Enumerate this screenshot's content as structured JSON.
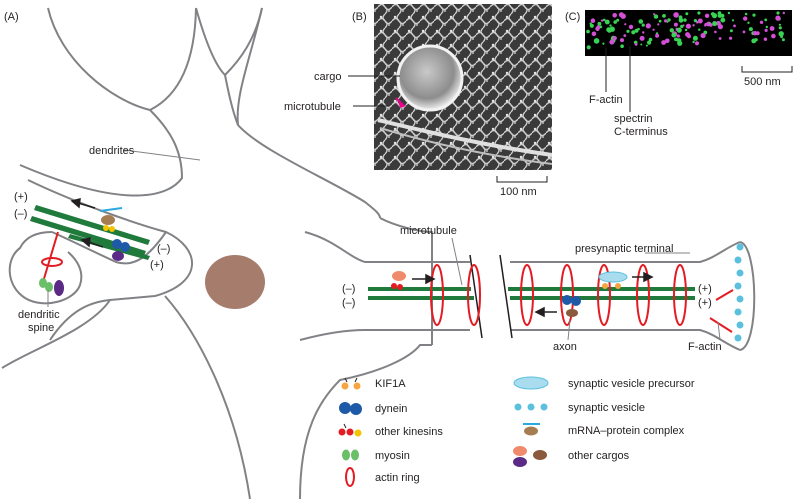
{
  "panels": {
    "a": "(A)",
    "b": "(B)",
    "c": "(C)"
  },
  "labels": {
    "dendrites": "dendrites",
    "dendritic_spine_1": "dendritic",
    "dendritic_spine_2": "spine",
    "microtubule_a": "microtubule",
    "presynaptic_terminal": "presynaptic terminal",
    "axon": "axon",
    "factin_a": "F-actin",
    "cargo": "cargo",
    "microtubule_b": "microtubule",
    "scale_b": "100 nm",
    "factin_c": "F-actin",
    "spectrin_1": "spectrin",
    "spectrin_2": "C-terminus",
    "scale_c": "500 nm"
  },
  "polarity": {
    "dend_plus_top": "(+)",
    "dend_minus_top": "(–)",
    "dend_minus_right": "(–)",
    "dend_plus_right": "(+)",
    "axon_minus_1": "(–)",
    "axon_minus_2": "(–)",
    "axon_plus_1": "(+)",
    "axon_plus_2": "(+)"
  },
  "legend": {
    "left": [
      {
        "icon": "kif1a",
        "label": "KIF1A"
      },
      {
        "icon": "dynein",
        "label": "dynein"
      },
      {
        "icon": "other-kinesins",
        "label": "other kinesins"
      },
      {
        "icon": "myosin",
        "label": "myosin"
      },
      {
        "icon": "actin-ring",
        "label": "actin ring"
      }
    ],
    "right": [
      {
        "icon": "synaptic-vesicle-precursor",
        "label": "synaptic vesicle precursor"
      },
      {
        "icon": "synaptic-vesicle",
        "label": "synaptic vesicle"
      },
      {
        "icon": "mrna-protein-complex",
        "label": "mRNA–protein complex"
      },
      {
        "icon": "other-cargos",
        "label": "other cargos"
      }
    ]
  },
  "colors": {
    "outline": "#808285",
    "microtubule": "#1f7a3c",
    "actin_ring": "#e31b23",
    "nucleus": "#a67c6d",
    "kif1a": "#f7a541",
    "dynein": "#1e5aa8",
    "other_kinesin": "#e31b23",
    "myosin": "#6abf69",
    "vesicle": "#5bc0de",
    "cargo_purple": "#5b2a86",
    "cargo_brown": "#8b5a3c",
    "cargo_salmon": "#f08a6c",
    "mrna_line": "#29a9e0"
  }
}
